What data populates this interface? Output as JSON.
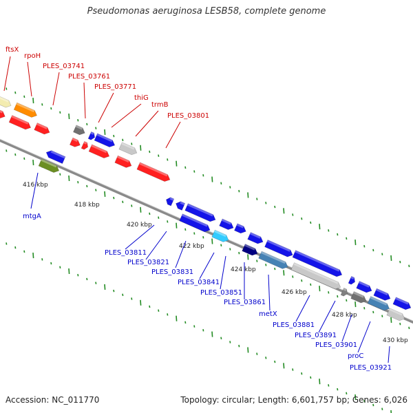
{
  "title": "Pseudomonas aeruginosa LESB58, complete genome",
  "footer": {
    "accession": "Accession: NC_011770",
    "summary": "Topology: circular; Length: 6,601,757 bp; Genes: 6,026"
  },
  "colors": {
    "backbone": "#8a8a8a",
    "tick": "#228b22",
    "label_top": "#cc0000",
    "label_bottom": "#0000cc",
    "scale_text": "#222222"
  },
  "scale_labels": [
    "416 kbp",
    "418 kbp",
    "420 kbp",
    "422 kbp",
    "424 kbp",
    "426 kbp",
    "428 kbp",
    "430 kbp"
  ],
  "labels_top": [
    "ftsX",
    "rpoH",
    "PLES_03741",
    "PLES_03761",
    "PLES_03771",
    "thiG",
    "trmB",
    "PLES_03801"
  ],
  "labels_bottom": [
    "mtgA",
    "PLES_03811",
    "PLES_03821",
    "PLES_03831",
    "PLES_03841",
    "PLES_03851",
    "PLES_03861",
    "metX",
    "PLES_03881",
    "PLES_03891",
    "PLES_03901",
    "proC",
    "PLES_03921"
  ]
}
